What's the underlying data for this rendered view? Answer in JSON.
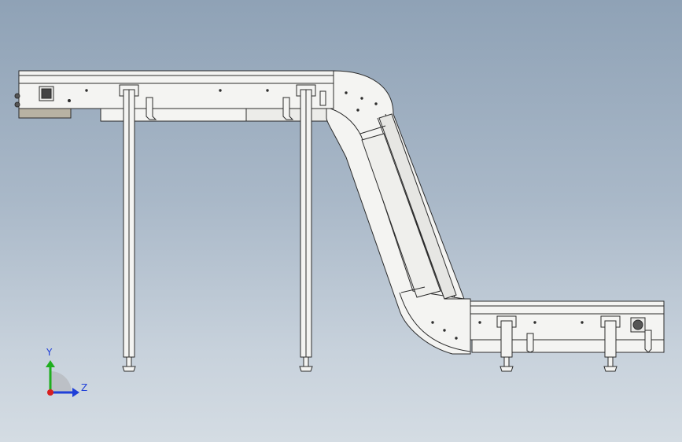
{
  "viewport": {
    "background_top": "#8fa2b6",
    "background_bottom": "#d4dce3"
  },
  "model": {
    "type": "z-shaped belt conveyor",
    "line_color": "#2b2b2b",
    "body_color": "#f4f4f2",
    "shadow_color": "#d9d9d6",
    "guide_color": "#b8b2a3"
  },
  "triad": {
    "y_label": "Y",
    "z_label": "Z",
    "y_color": "#1fae1f",
    "z_color": "#1f3fd8",
    "x_color": "#d81f1f",
    "label_color": "#1f3fd8",
    "icon": "coordinate-triad-icon"
  }
}
